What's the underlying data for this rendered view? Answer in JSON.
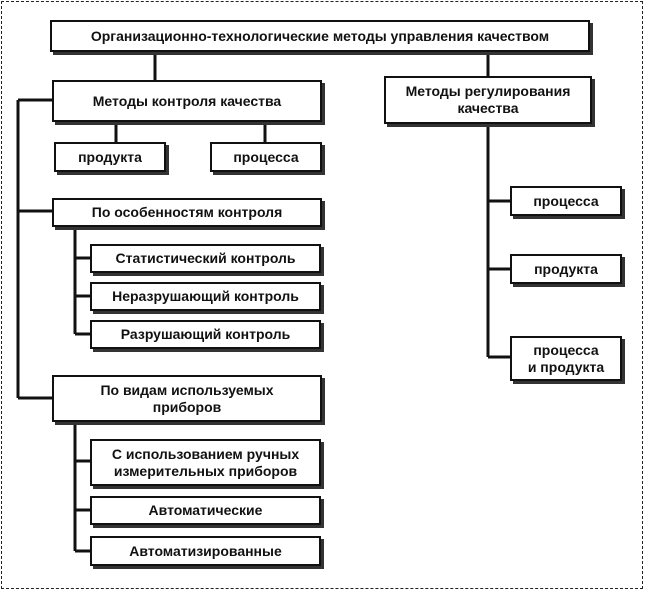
{
  "root": {
    "label": "Организационно-технологические методы управления качеством"
  },
  "control": {
    "label": "Методы контроля качества",
    "product": "продукта",
    "process": "процесса",
    "by_features": {
      "label": "По особенностям контроля",
      "items": [
        "Статистический контроль",
        "Неразрушающий контроль",
        "Разрушающий контроль"
      ]
    },
    "by_devices": {
      "label_line1": "По видам используемых",
      "label_line2": "приборов",
      "manual_line1": "С использованием ручных",
      "manual_line2": "измерительных приборов",
      "automatic": "Автоматические",
      "automated": "Автоматизированные"
    }
  },
  "regulation": {
    "label_line1": "Методы регулирования",
    "label_line2": "качества",
    "process": "процесса",
    "product": "продукта",
    "both_line1": "процесса",
    "both_line2": "и продукта"
  }
}
